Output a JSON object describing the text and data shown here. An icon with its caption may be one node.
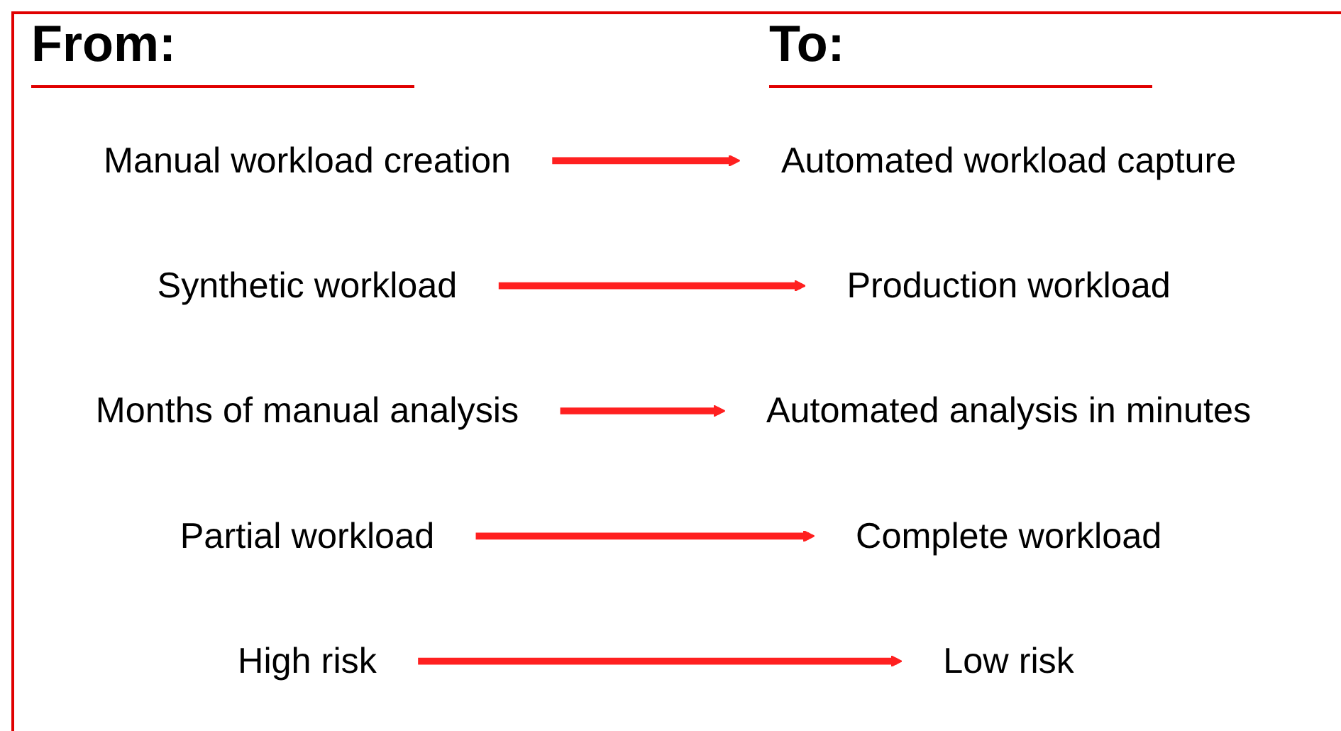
{
  "diagram": {
    "nodes": [
      {
        "text": [
          "Manual workload creation"
        ]
      },
      {
        "text": [
          "Automated workload capture"
        ]
      },
      {
        "text": [
          "Synthetic workload"
        ]
      },
      {
        "text": [
          "Production workload"
        ]
      },
      {
        "text": [
          "Months of manual analysis"
        ]
      },
      {
        "text": [
          "Automated analysis in minutes"
        ]
      },
      {
        "text": [
          "Partial workload"
        ]
      },
      {
        "text": [
          "Complete workload"
        ]
      },
      {
        "text": [
          "High risk"
        ]
      },
      {
        "text": [
          "Low risk"
        ]
      }
    ],
    "edges": [
      {
        "from": 0,
        "to": 1,
        "arrow": "to"
      },
      {
        "from": 2,
        "to": 3,
        "arrow": "to"
      },
      {
        "from": 4,
        "to": 5,
        "arrow": "to"
      },
      {
        "from": 6,
        "to": 7,
        "arrow": "to"
      },
      {
        "from": 8,
        "to": 9,
        "arrow": "to"
      }
    ],
    "labels": [
      "From:",
      "To:"
    ]
  }
}
